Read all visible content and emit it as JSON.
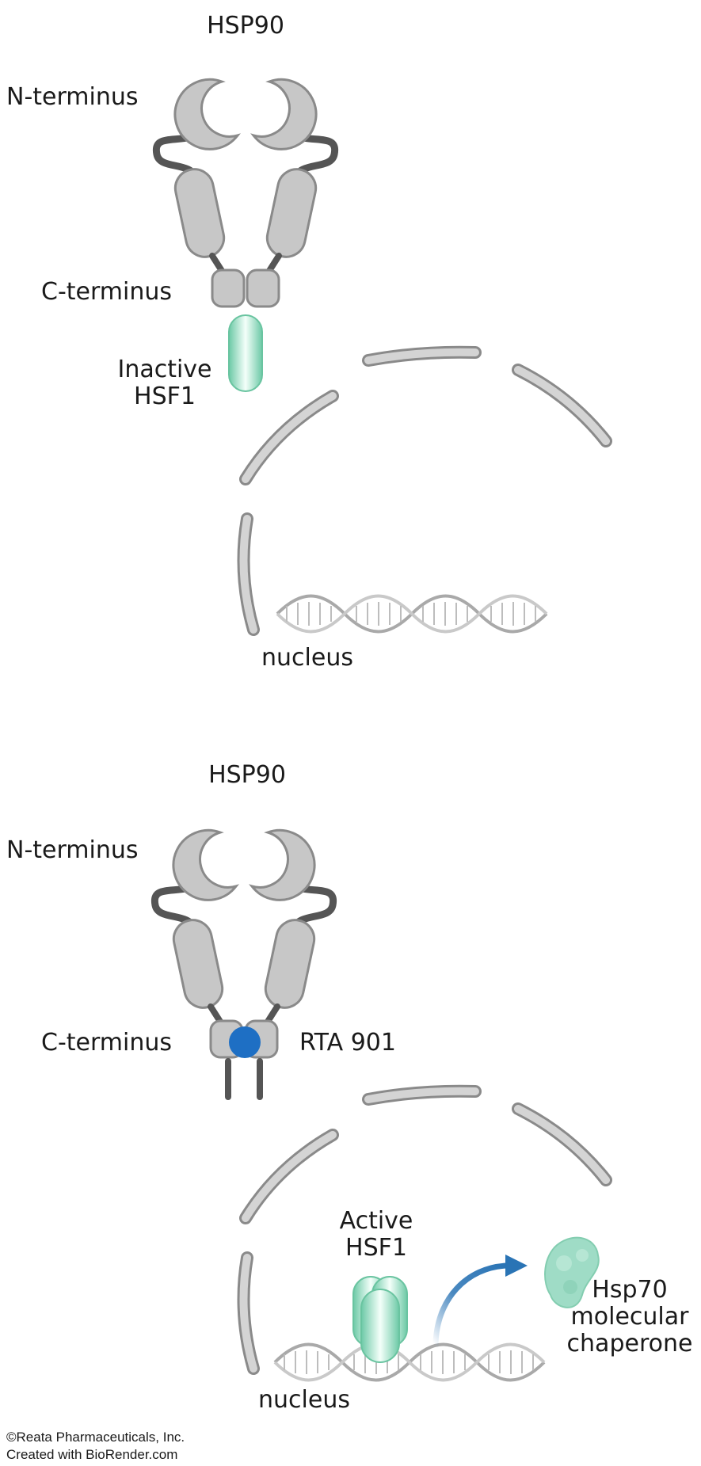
{
  "panel_top": {
    "title": "HSP90",
    "n_terminus": "N-terminus",
    "c_terminus": "C-terminus",
    "hsf1_line1": "Inactive",
    "hsf1_line2": "HSF1",
    "nucleus": "nucleus"
  },
  "panel_bottom": {
    "title": "HSP90",
    "n_terminus": "N-terminus",
    "c_terminus": "C-terminus",
    "drug": "RTA 901",
    "hsf1_line1": "Active",
    "hsf1_line2": "HSF1",
    "hsp70_line1": "Hsp70",
    "hsp70_line2": "molecular",
    "hsp70_line3": "chaperone",
    "nucleus": "nucleus"
  },
  "footer": {
    "copyright": "©Reata Pharmaceuticals, Inc.",
    "created_with": "Created with BioRender.com"
  },
  "colors": {
    "protein_grey": "#c7c7c7",
    "outline_grey": "#8a8a8a",
    "linker_dark": "#4d4d4d",
    "hsf1_green": "#7fd3b3",
    "rta901_blue": "#1e6fc4",
    "arrow_blue": "#2a74b5",
    "dna_grey": "#b9b9b9"
  },
  "icons": [
    "hsp90-dimer",
    "hsf1-protein",
    "dna-helix",
    "nuclear-envelope",
    "hsp70-protein",
    "curved-arrow"
  ]
}
